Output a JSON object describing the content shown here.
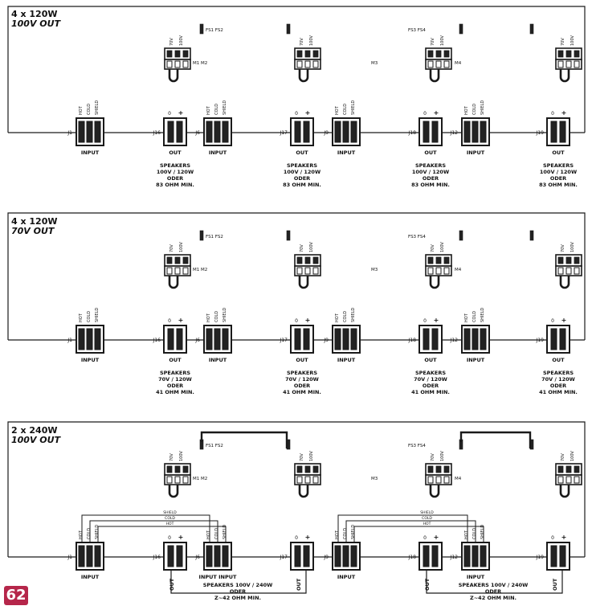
{
  "page_number": "62",
  "labels": {
    "input": "INPUT",
    "out": "OUT",
    "input_input": "INPUT INPUT",
    "zero": "0",
    "plus": "+",
    "hot": "HOT",
    "cold": "COLD",
    "shield": "SHIELD",
    "v70": "70V",
    "v100": "100V",
    "fs12": "FS1 FS2",
    "fs34": "FS3 FS4",
    "m12": "M1 M2",
    "m3": "M3",
    "m4": "M4",
    "j1": "J1",
    "j6": "J6",
    "j9": "J9",
    "j12": "J12",
    "j16": "J16",
    "j17": "J17",
    "j18": "J18",
    "j19": "J19",
    "bridge_hot": "SHIELD",
    "bridge_cold": "COLD",
    "bridge_hot2": "HOT"
  },
  "panels": [
    {
      "title": "4 x 120W",
      "subtitle": "100V OUT",
      "speaker_text": [
        "SPEAKERS",
        "100V / 120W",
        "ODER",
        "83 OHM MIN."
      ]
    },
    {
      "title": "4 x 120W",
      "subtitle": "70V OUT",
      "speaker_text": [
        "SPEAKERS",
        "70V / 120W",
        "ODER",
        "41 OHM MIN."
      ]
    },
    {
      "title": "2 x 240W",
      "subtitle": "100V OUT",
      "speaker_text": [
        "SPEAKERS 100V / 240W",
        "ODER",
        "Z~42 OHM MIN."
      ]
    }
  ],
  "colors": {
    "line": "#1a1a1a",
    "page_badge": "#b5264a"
  }
}
